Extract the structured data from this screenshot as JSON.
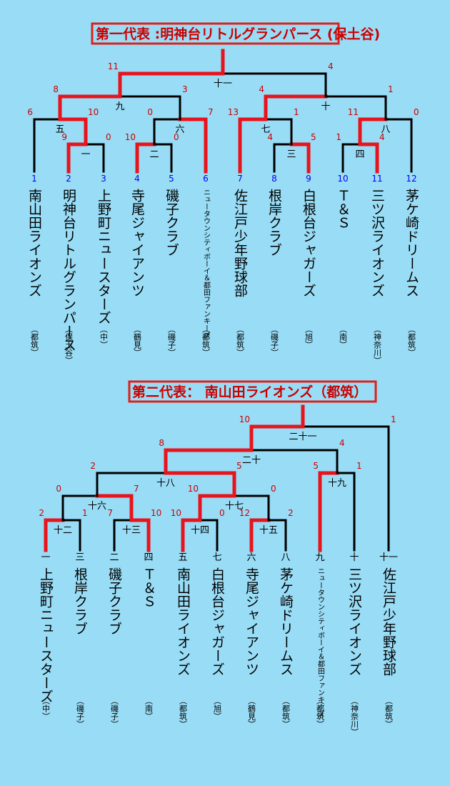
{
  "colors": {
    "background": "#99dcf6",
    "winner_line": "#e8141c",
    "loser_line": "#000000",
    "score": "#cc0000",
    "entry_number": "#0000ee"
  },
  "bracket1": {
    "title": "第一代表 :明神台リトルグランパース (保土谷)",
    "teams": [
      {
        "num": "1",
        "name": "南山田ライオンズ",
        "area": "（都筑）"
      },
      {
        "num": "2",
        "name": "明神台リトルグランパース",
        "area": "（保土谷）"
      },
      {
        "num": "3",
        "name": "上野町ニュースターズ",
        "area": "（中）"
      },
      {
        "num": "4",
        "name": "寺尾ジャイアンツ",
        "area": "（鶴見）"
      },
      {
        "num": "5",
        "name": "磯子クラブ",
        "area": "（磯子）"
      },
      {
        "num": "6",
        "name": "ニュータウンシティボーイ＆都田ファンキーズ",
        "area": "（都筑）"
      },
      {
        "num": "7",
        "name": "佐江戸少年野球部",
        "area": "（都筑）"
      },
      {
        "num": "8",
        "name": "根岸クラブ",
        "area": "（磯子）"
      },
      {
        "num": "9",
        "name": "白根台ジャガーズ",
        "area": "（旭）"
      },
      {
        "num": "10",
        "name": "Ｔ＆Ｓ",
        "area": "（南）"
      },
      {
        "num": "11",
        "name": "三ツ沢ライオンズ",
        "area": "（神奈川）"
      },
      {
        "num": "12",
        "name": "茅ケ崎ドリームス",
        "area": "（都筑）"
      }
    ],
    "games": [
      {
        "label": "一",
        "left_score": "9",
        "right_score": "0"
      },
      {
        "label": "二",
        "left_score": "10",
        "right_score": "0"
      },
      {
        "label": "三",
        "left_score": "4",
        "right_score": "5"
      },
      {
        "label": "四",
        "left_score": "1",
        "right_score": "4"
      },
      {
        "label": "五",
        "left_score": "6",
        "right_score": "10"
      },
      {
        "label": "六",
        "left_score": "0",
        "right_score": "7"
      },
      {
        "label": "七",
        "left_score": "13",
        "right_score": "1"
      },
      {
        "label": "八",
        "left_score": "11",
        "right_score": "0"
      },
      {
        "label": "九",
        "left_score": "8",
        "right_score": "3"
      },
      {
        "label": "十",
        "left_score": "4",
        "right_score": "1"
      },
      {
        "label": "十一",
        "left_score": "11",
        "right_score": "4"
      }
    ]
  },
  "bracket2": {
    "title": "第二代表： 南山田ライオンズ（都筑）",
    "teams": [
      {
        "num": "一",
        "name": "上野町ニュースターズ",
        "area": "（中）"
      },
      {
        "num": "三",
        "name": "根岸クラブ",
        "area": "（磯子）"
      },
      {
        "num": "二",
        "name": "磯子クラブ",
        "area": "（磯子）"
      },
      {
        "num": "四",
        "name": "Ｔ＆Ｓ",
        "area": "（南）"
      },
      {
        "num": "五",
        "name": "南山田ライオンズ",
        "area": "（都筑）"
      },
      {
        "num": "七",
        "name": "白根台ジャガーズ",
        "area": "（旭）"
      },
      {
        "num": "六",
        "name": "寺尾ジャイアンツ",
        "area": "（鶴見）"
      },
      {
        "num": "八",
        "name": "茅ケ崎ドリームス",
        "area": "（都筑）"
      },
      {
        "num": "九",
        "name": "ニュータウンシティボーイ＆都田ファンキーズ",
        "area": "（都筑）"
      },
      {
        "num": "十",
        "name": "三ツ沢ライオンズ",
        "area": "（神奈川）"
      },
      {
        "num": "十一",
        "name": "佐江戸少年野球部",
        "area": "（都筑）"
      }
    ],
    "games": [
      {
        "label": "十二",
        "left_score": "2",
        "right_score": "1"
      },
      {
        "label": "十三",
        "left_score": "7",
        "right_score": "10"
      },
      {
        "label": "十四",
        "left_score": "10",
        "right_score": "0"
      },
      {
        "label": "十五",
        "left_score": "12",
        "right_score": "2"
      },
      {
        "label": "十六",
        "left_score": "0",
        "right_score": "7"
      },
      {
        "label": "十七",
        "left_score": "10",
        "right_score": "0"
      },
      {
        "label": "十八",
        "left_score": "2",
        "right_score": "5"
      },
      {
        "label": "十九",
        "left_score": "5",
        "right_score": "1"
      },
      {
        "label": "二十",
        "left_score": "8",
        "right_score": "4"
      },
      {
        "label": "二十一",
        "left_score": "10",
        "right_score": "1"
      }
    ]
  }
}
